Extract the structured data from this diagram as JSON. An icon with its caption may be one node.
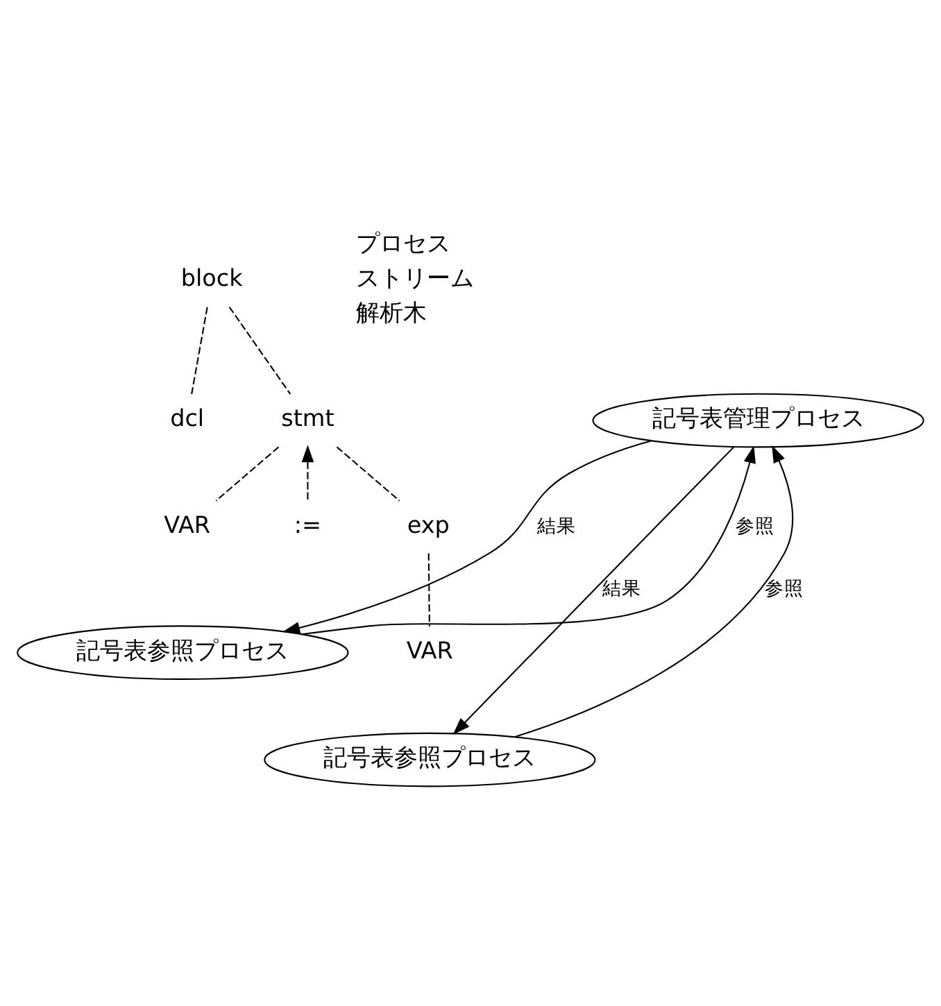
{
  "diagram": {
    "nodes": [
      {
        "text": [
          "block"
        ]
      },
      {
        "text": [
          "dcl"
        ]
      },
      {
        "text": [
          "stmt"
        ]
      },
      {
        "text": [
          "記号表管理プロセス"
        ]
      },
      {
        "text": [
          "VAR"
        ]
      },
      {
        "text": [
          ":="
        ]
      },
      {
        "text": [
          "exp"
        ]
      },
      {
        "text": [
          "記号表参照プロセス"
        ]
      },
      {
        "text": [
          "VAR"
        ]
      },
      {
        "text": [
          "記号表参照プロセス"
        ]
      }
    ],
    "edges": [
      {
        "from": 0,
        "to": 1,
        "arrow": "none",
        "style": "dashed"
      },
      {
        "from": 0,
        "to": 2,
        "arrow": "none",
        "style": "dashed"
      },
      {
        "from": 2,
        "to": 4,
        "arrow": "none",
        "style": "dashed"
      },
      {
        "from": 5,
        "to": 2,
        "arrow": "to",
        "style": "dashed"
      },
      {
        "from": 2,
        "to": 6,
        "arrow": "none",
        "style": "dashed"
      },
      {
        "from": 6,
        "to": 8,
        "arrow": "none",
        "style": "dashed"
      },
      {
        "from": 3,
        "to": 7,
        "arrow": "to",
        "label": "結果"
      },
      {
        "from": 7,
        "to": 3,
        "arrow": "to",
        "label": "参照"
      },
      {
        "from": 3,
        "to": 9,
        "arrow": "to",
        "label": "結果"
      },
      {
        "from": 9,
        "to": 3,
        "arrow": "to",
        "label": "参照"
      }
    ],
    "legend": [
      {
        "text": "プロセス"
      },
      {
        "text": "ストリーム"
      },
      {
        "text": "解析木"
      }
    ]
  }
}
